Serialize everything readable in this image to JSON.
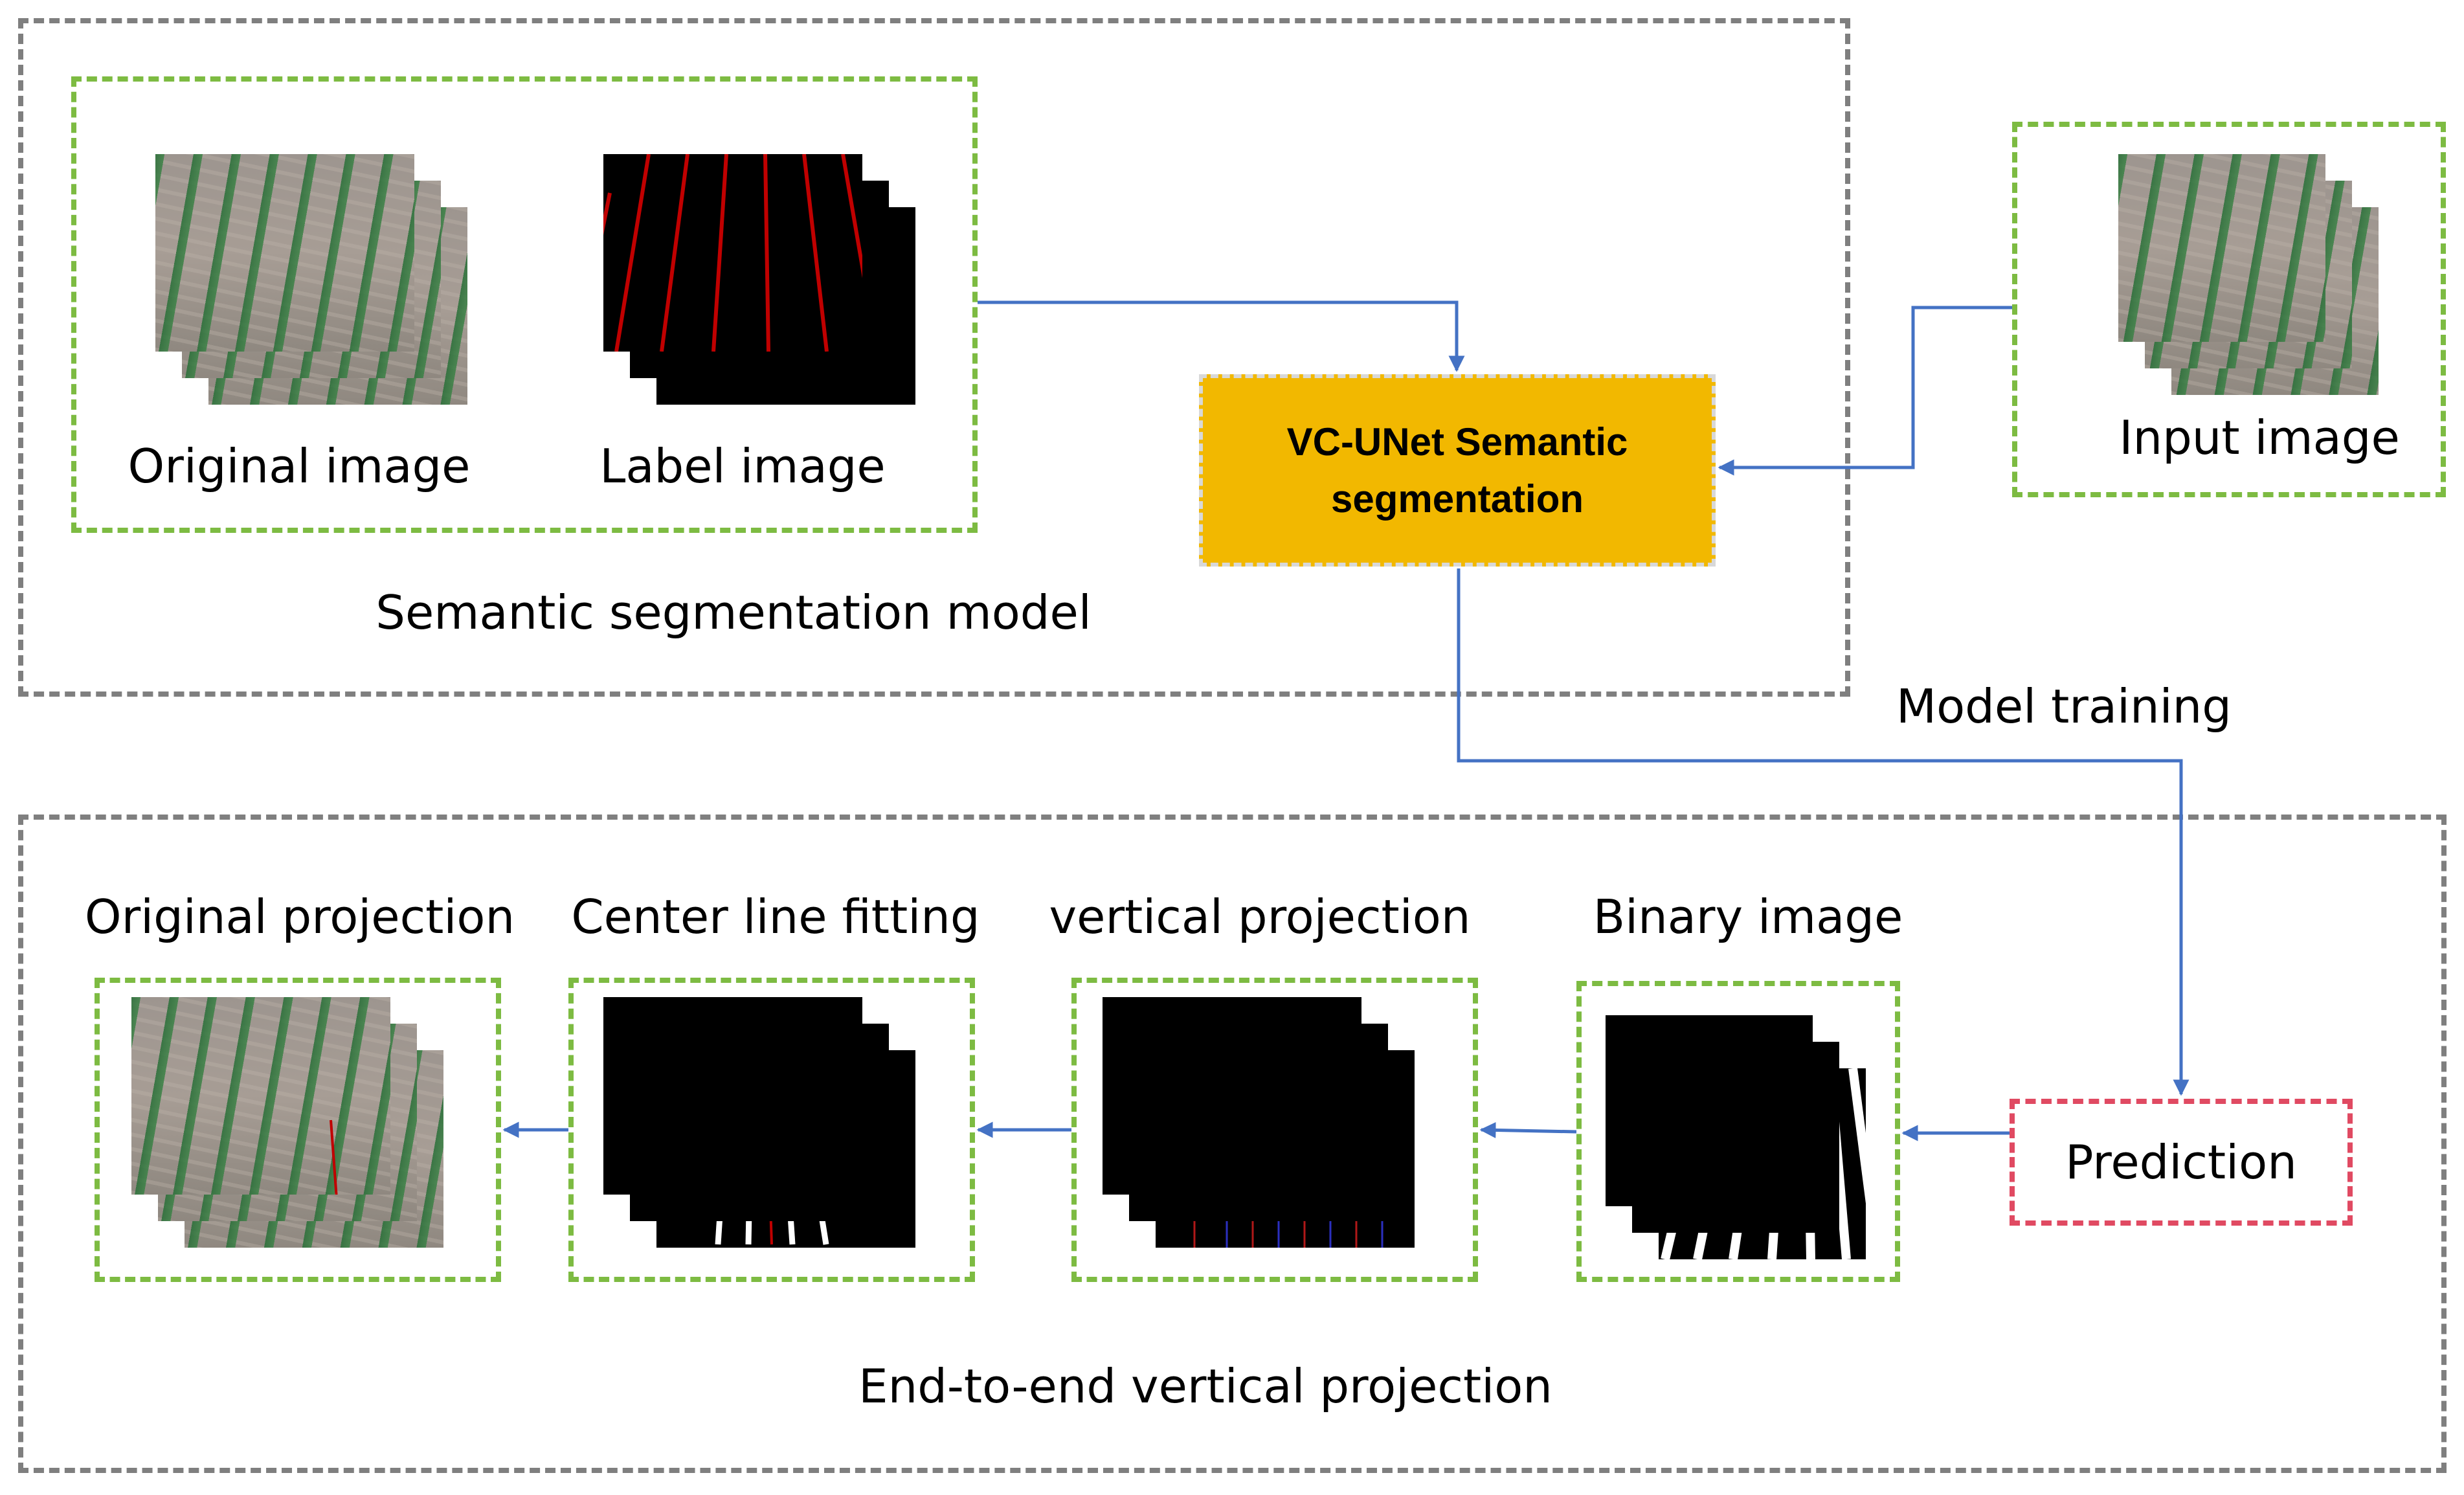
{
  "colors": {
    "outer_border": "#7f7f7f",
    "group_border": "#7dbb42",
    "prediction_border": "#e04a62",
    "model_fill": "#f2b800",
    "arrow": "#4472c4",
    "label_line": "#c00000",
    "center_line": "#c00000"
  },
  "training": {
    "caption": "Semantic segmentation model",
    "original_label": "Original image",
    "label_label": "Label image"
  },
  "model": {
    "line1": "VC-UNet Semantic",
    "line2": "segmentation"
  },
  "input": {
    "label": "Input image"
  },
  "flow": {
    "model_training": "Model training",
    "prediction": "Prediction"
  },
  "pipeline": {
    "caption": "End-to-end vertical projection",
    "steps": [
      {
        "label": "Original projection"
      },
      {
        "label": "Center line fitting"
      },
      {
        "label": "vertical projection"
      },
      {
        "label": "Binary image"
      }
    ]
  }
}
